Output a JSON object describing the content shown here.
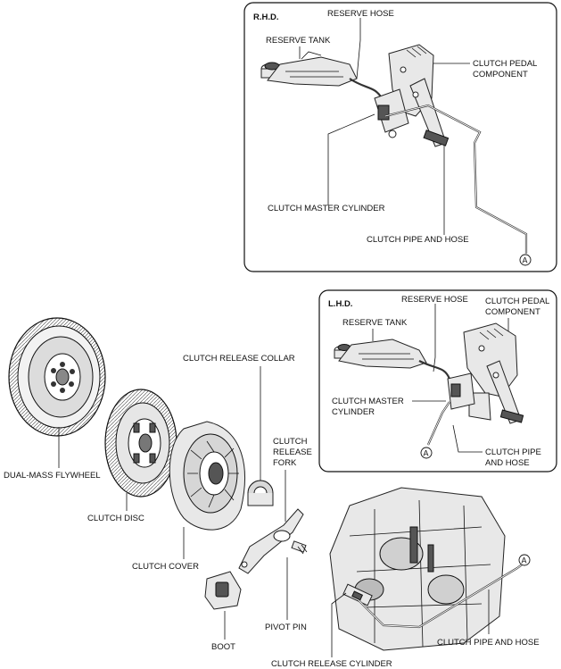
{
  "rhd": {
    "title": "R.H.D.",
    "reserve_hose": "RESERVE HOSE",
    "reserve_tank": "RESERVE TANK",
    "clutch_pedal_1": "CLUTCH PEDAL",
    "clutch_pedal_2": "COMPONENT",
    "master_cylinder": "CLUTCH MASTER CYLINDER",
    "pipe_and_hose": "CLUTCH PIPE AND HOSE",
    "marker": "A"
  },
  "lhd": {
    "title": "L.H.D.",
    "reserve_hose": "RESERVE HOSE",
    "reserve_tank": "RESERVE TANK",
    "clutch_pedal_1": "CLUTCH PEDAL",
    "clutch_pedal_2": "COMPONENT",
    "master_cylinder_1": "CLUTCH MASTER",
    "master_cylinder_2": "CYLINDER",
    "pipe_hose_1": "CLUTCH PIPE",
    "pipe_hose_2": "AND HOSE",
    "marker": "A"
  },
  "parts": {
    "flywheel": "DUAL-MASS FLYWHEEL",
    "disc": "CLUTCH DISC",
    "cover": "CLUTCH COVER",
    "release_collar": "CLUTCH RELEASE COLLAR",
    "release_fork_1": "CLUTCH",
    "release_fork_2": "RELEASE",
    "release_fork_3": "FORK",
    "pivot_pin": "PIVOT PIN",
    "boot": "BOOT",
    "release_cylinder": "CLUTCH RELEASE CYLINDER",
    "pipe_and_hose": "CLUTCH PIPE AND HOSE",
    "marker": "A"
  }
}
